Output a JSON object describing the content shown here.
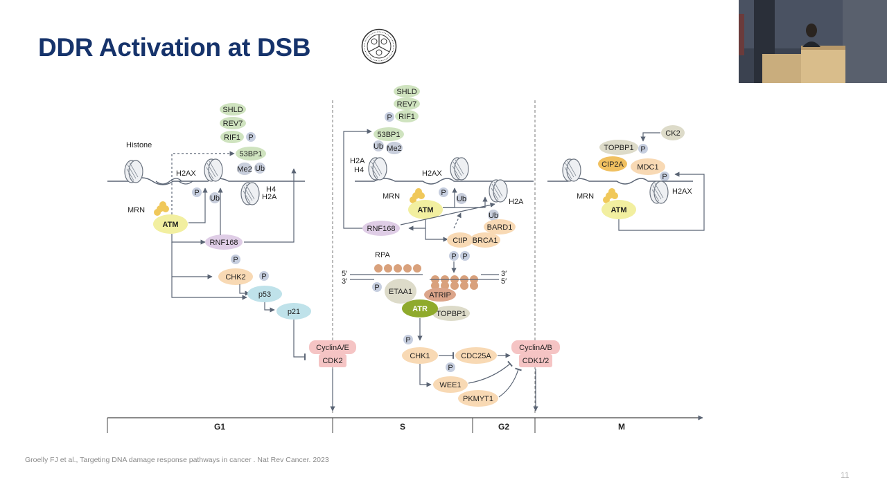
{
  "slide": {
    "title": "DDR Activation at DSB",
    "citation": "Groelly FJ et al., Targeting DNA damage response pathways in cancer . Nat Rev Cancer. 2023",
    "page_number": "11",
    "logo_icon": "institution-seal-icon"
  },
  "diagram": {
    "colors": {
      "green": "#cfe3bf",
      "yellow": "#f2efa0",
      "purple": "#dfcde6",
      "orange": "#f8d9b4",
      "teal": "#bfe2ea",
      "red": "#f5c4c4",
      "atr": "#8faa2c",
      "phospho": "#c6cedf",
      "ubiquitin": "#c8cedc",
      "grey_protein": "#dddbc9",
      "atrip": "#dca58a",
      "rpa": "#d9a17c",
      "line": "#5a6474"
    },
    "g1": {
      "histone": "Histone",
      "shld": "SHLD",
      "rev7": "REV7",
      "rif1": "RIF1",
      "p_rif1": "P",
      "bp53": "53BP1",
      "me2": "Me2",
      "ub_53bp1": "Ub",
      "h2ax": "H2AX",
      "p_h2ax": "P",
      "ub": "Ub",
      "h4": "H4",
      "h2a": "H2A",
      "mrn": "MRN",
      "atm": "ATM",
      "rnf168": "RNF168",
      "p_chk2": "P",
      "chk2": "CHK2",
      "p_p53": "P",
      "p53": "p53",
      "p21": "p21",
      "cyclin": "CyclinA/E",
      "cdk": "CDK2"
    },
    "s": {
      "shld": "SHLD",
      "rev7": "REV7",
      "rif1": "RIF1",
      "p_rif1": "P",
      "bp53": "53BP1",
      "ub": "Ub",
      "me2": "Me2",
      "h2a": "H2A",
      "h4": "H4",
      "h2ax": "H2AX",
      "p_h2ax": "P",
      "mrn": "MRN",
      "atm": "ATM",
      "ub_atm": "Ub",
      "h2a_right": "H2A",
      "ub_h2a": "Ub",
      "bard1": "BARD1",
      "rnf168": "RNF168",
      "ctip": "CtIP",
      "brca1": "BRCA1",
      "p1": "P",
      "p2": "P",
      "rpa": "RPA",
      "end_5_left": "5′",
      "end_3_left": "3′",
      "end_3_right": "3′",
      "end_5_right": "5′",
      "p_etaa1": "P",
      "etaa1": "ETAA1",
      "atrip": "ATRIP",
      "atr": "ATR",
      "topbp1": "TOPBP1",
      "p_chk1": "P",
      "chk1": "CHK1",
      "cdc25a": "CDC25A",
      "p_wee1": "P",
      "wee1": "WEE1",
      "pkmyt1": "PKMYT1",
      "cyclin": "CyclinA/B",
      "cdk": "CDK1/2"
    },
    "m": {
      "ck2": "CK2",
      "topbp1": "TOPBP1",
      "p_topbp1": "P",
      "cip2a": "CIP2A",
      "mdc1": "MDC1",
      "p_mdc1": "P",
      "h2ax": "H2AX",
      "mrn": "MRN",
      "atm": "ATM"
    },
    "phases": [
      "G1",
      "S",
      "G2",
      "M"
    ]
  }
}
